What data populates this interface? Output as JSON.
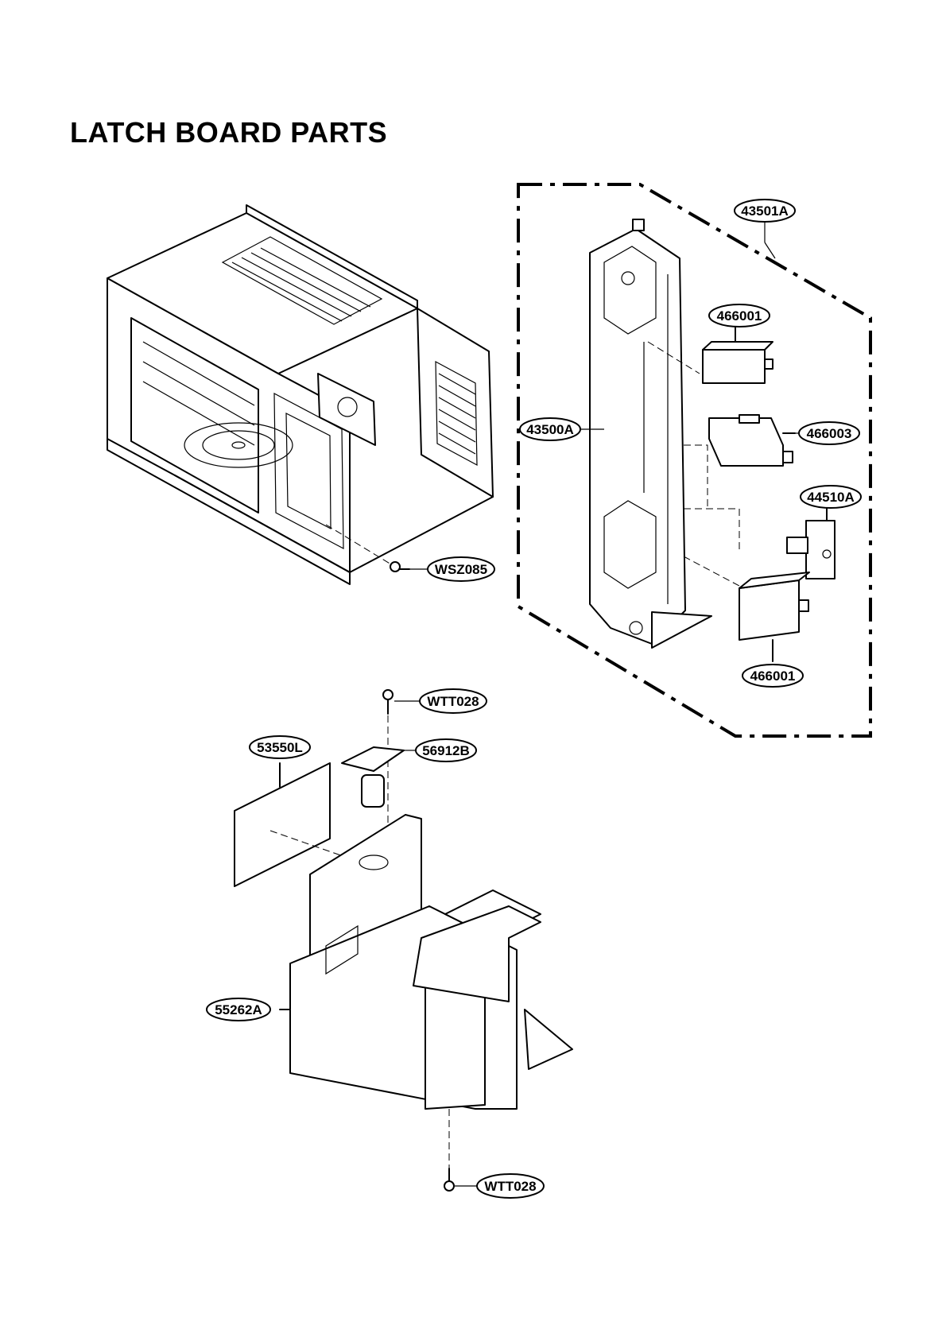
{
  "title": "LATCH BOARD PARTS",
  "labels": [
    {
      "id": "43501A",
      "text": "43501A"
    },
    {
      "id": "466001-top",
      "text": "466001"
    },
    {
      "id": "43500A",
      "text": "43500A"
    },
    {
      "id": "466003",
      "text": "466003"
    },
    {
      "id": "44510A",
      "text": "44510A"
    },
    {
      "id": "466001-bottom",
      "text": "466001"
    },
    {
      "id": "WSZ085",
      "text": "WSZ085"
    },
    {
      "id": "WTT028-top",
      "text": "WTT028"
    },
    {
      "id": "53550L",
      "text": "53550L"
    },
    {
      "id": "56912B",
      "text": "56912B"
    },
    {
      "id": "55262A",
      "text": "55262A"
    },
    {
      "id": "WTT028-bottom",
      "text": "WTT028"
    }
  ]
}
